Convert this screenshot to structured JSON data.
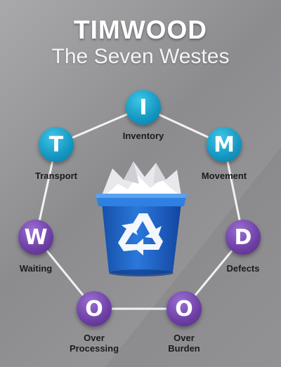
{
  "header": {
    "title": "TIMWOOD",
    "subtitle": "The Seven Westes"
  },
  "wastes": [
    {
      "letter": "I",
      "label": "Inventory"
    },
    {
      "letter": "M",
      "label": "Movement"
    },
    {
      "letter": "D",
      "label": "Defects"
    },
    {
      "letter": "O",
      "label": "Over Burden"
    },
    {
      "letter": "O",
      "label": "Over Processing"
    },
    {
      "letter": "W",
      "label": "Waiting"
    },
    {
      "letter": "T",
      "label": "Transport"
    }
  ],
  "colors": {
    "teal": "#1496c0",
    "purple": "#6d3fa5",
    "bin_blue": "#1e63c8",
    "background": "#9c9c9f"
  },
  "center_icon": "recycle-bin-icon"
}
